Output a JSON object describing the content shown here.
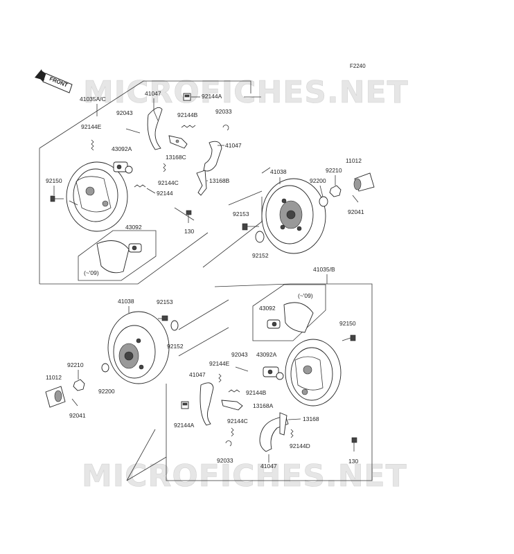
{
  "figure_ref": "F2240",
  "watermark": "MICROFICHES.NET",
  "front_label": "FRONT",
  "upper_assembly": {
    "group_label": "41035A/C",
    "inset_date": "(~'09)",
    "parts": {
      "p41047a": "41047",
      "p92144a": "92144A",
      "p92043": "92043",
      "p92144b": "92144B",
      "p92033": "92033",
      "p92144e": "92144E",
      "p43092a": "43092A",
      "p41047b": "41047",
      "p13168c": "13168C",
      "p92150": "92150",
      "p92144c": "92144C",
      "p13168b": "13168B",
      "p92144": "92144",
      "p130": "130",
      "p43092": "43092"
    }
  },
  "upper_drum": {
    "p41038": "41038",
    "p92210": "92210",
    "p11012": "11012",
    "p92200": "92200",
    "p92153": "92153",
    "p92041": "92041",
    "p92152": "92152"
  },
  "lower_assembly": {
    "group_label": "41035/B",
    "inset_date": "(~'09)",
    "parts": {
      "p43092": "43092",
      "p92150": "92150",
      "p92043": "92043",
      "p92144e": "92144E",
      "p43092a": "43092A",
      "p41047a": "41047",
      "p92144b": "92144B",
      "p13168a": "13168A",
      "p92144a": "92144A",
      "p92144c": "92144C",
      "p13168": "13168",
      "p92144d": "92144D",
      "p130": "130",
      "p92033": "92033",
      "p41047b": "41047"
    }
  },
  "lower_drum": {
    "p41038": "41038",
    "p92153": "92153",
    "p92152": "92152",
    "p92210": "92210",
    "p11012": "11012",
    "p92200": "92200",
    "p92041": "92041"
  }
}
